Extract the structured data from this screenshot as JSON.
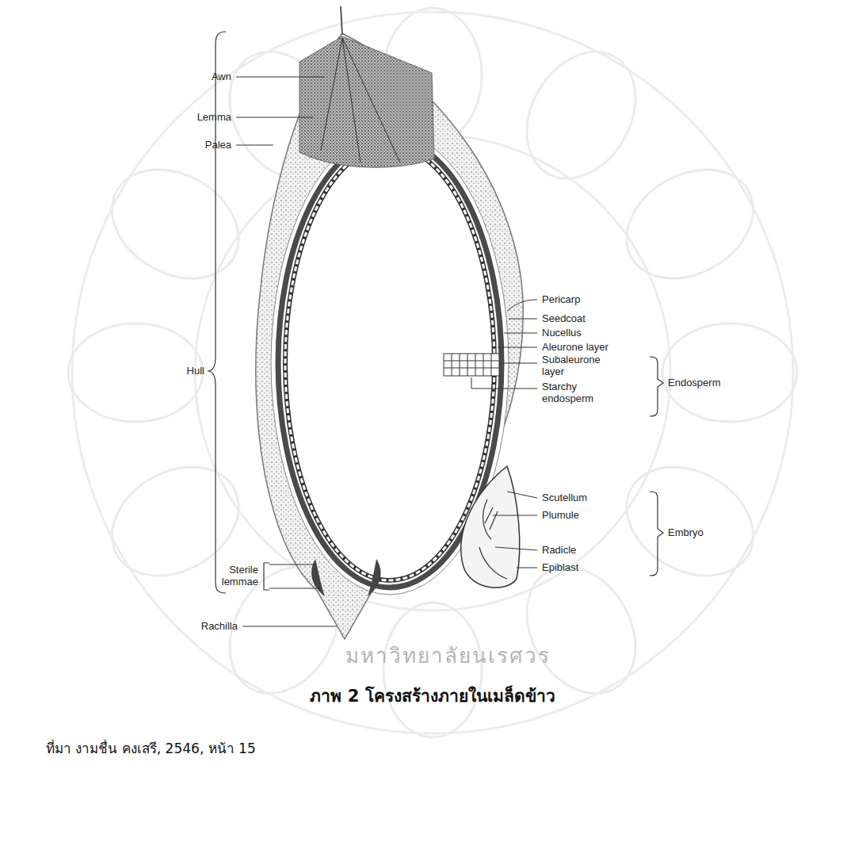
{
  "diagram": {
    "caption": "ภาพ 2 โครงสร้างภายในเมล็ดข้าว",
    "labels": [
      "Awn",
      "Lemma",
      "Palea",
      "Hull",
      "Pericarp",
      "Seedcoat",
      "Nucellus",
      "Aleurone layer",
      "Subaleurone layer",
      "Starchy endosperm",
      "Endosperm",
      "Scutellum",
      "Plumule",
      "Radicle",
      "Epiblast",
      "Embryo",
      "Sterile lemmae",
      "Rachilla",
      "ที่มา งามชื่น คงเสรี, 2546, หน้า 15",
      "มหาวิทยาลัยนเรศวร"
    ]
  }
}
